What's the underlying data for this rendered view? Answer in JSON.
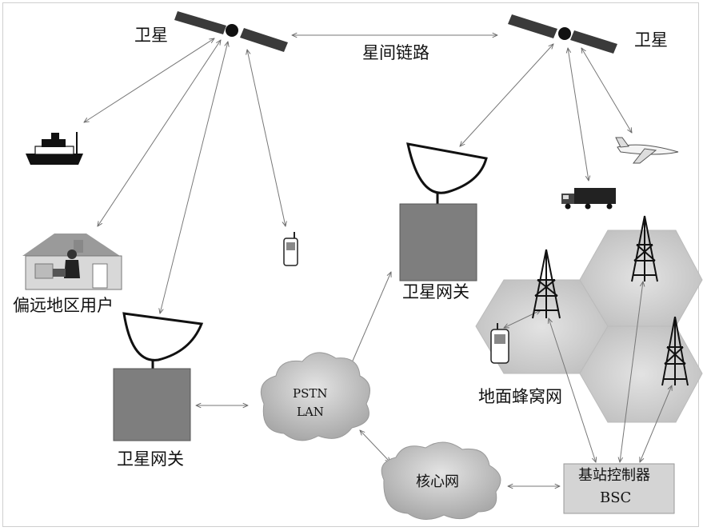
{
  "labels": {
    "satellite_left": "卫星",
    "satellite_right": "卫星",
    "inter_satellite_link": "星间链路",
    "remote_users": "偏远地区用户",
    "gateway_right": "卫星网关",
    "gateway_left": "卫星网关",
    "pstn_line1": "PSTN",
    "pstn_line2": "LAN",
    "cellular_network": "地面蜂窝网",
    "core_network": "核心网",
    "bsc_line1": "基站控制器",
    "bsc_line2": "BSC"
  },
  "colors": {
    "gateway_box": "#7e7e7e",
    "cloud_fill": "#bdbdbd",
    "hex_fill": "#cfcfcf",
    "bsc_fill": "#d4d4d4",
    "arrow": "#777777"
  }
}
